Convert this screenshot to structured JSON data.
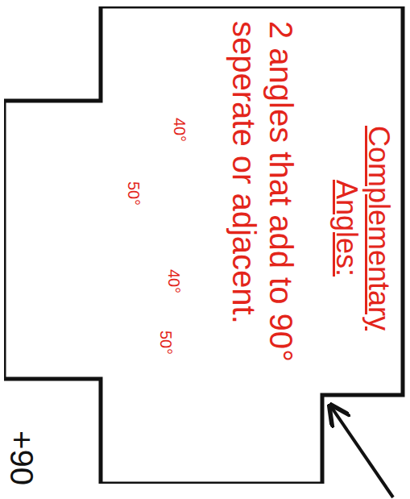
{
  "diagram": {
    "nodes": [
      {
        "text": [
          "Complementary Angles:",
          "2 angles that add to 90° seperate or adjacent."
        ]
      }
    ],
    "labels": [
      "40°",
      "50°",
      "40°",
      "50°",
      "+90"
    ]
  }
}
